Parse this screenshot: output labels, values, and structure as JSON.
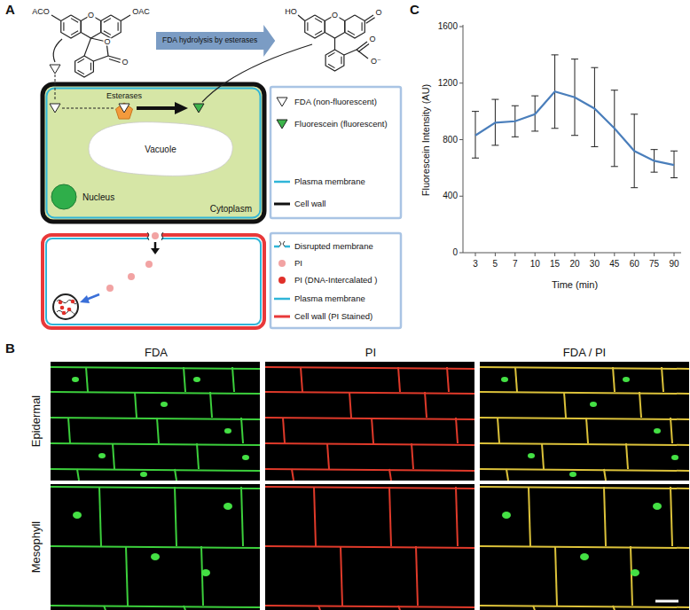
{
  "diagram": {
    "nodes": [
      {
        "text": [
          "FDA hydrolysis by esterases"
        ]
      },
      {
        "text": [
          "Cytoplasm"
        ]
      },
      {
        "text": [
          "Vacuole"
        ],
        "in": 1
      }
    ],
    "labels": [
      "A",
      "ACO",
      "O",
      "OAC",
      "O",
      "O",
      "HO",
      "O",
      "O",
      "O",
      "O⁻",
      "Nucleus",
      "Esterases",
      "B",
      "FDA",
      "PI",
      "FDA / PI",
      "Epidermal",
      "Mesophyll",
      "C",
      "Fluorescein Intensity (AU)",
      "1600",
      "1200",
      "800",
      "400",
      "0",
      "3",
      "5",
      "7",
      "10",
      "15",
      "20",
      "30",
      "45",
      "60",
      "75",
      "90",
      "Time (min)"
    ],
    "legend": [
      {
        "text": "FDA (non-fluorescent)"
      },
      {
        "text": "Fluorescein (fluorescent)"
      },
      {
        "text": "Plasma membrane"
      },
      {
        "text": "Cell wall"
      },
      {
        "text": "Disrupted membrane"
      },
      {
        "text": "PI"
      },
      {
        "text": "PI (DNA-Intercalated )"
      },
      {
        "text": "Plasma membrane"
      },
      {
        "text": "Cell wall (PI Stained)"
      }
    ]
  }
}
